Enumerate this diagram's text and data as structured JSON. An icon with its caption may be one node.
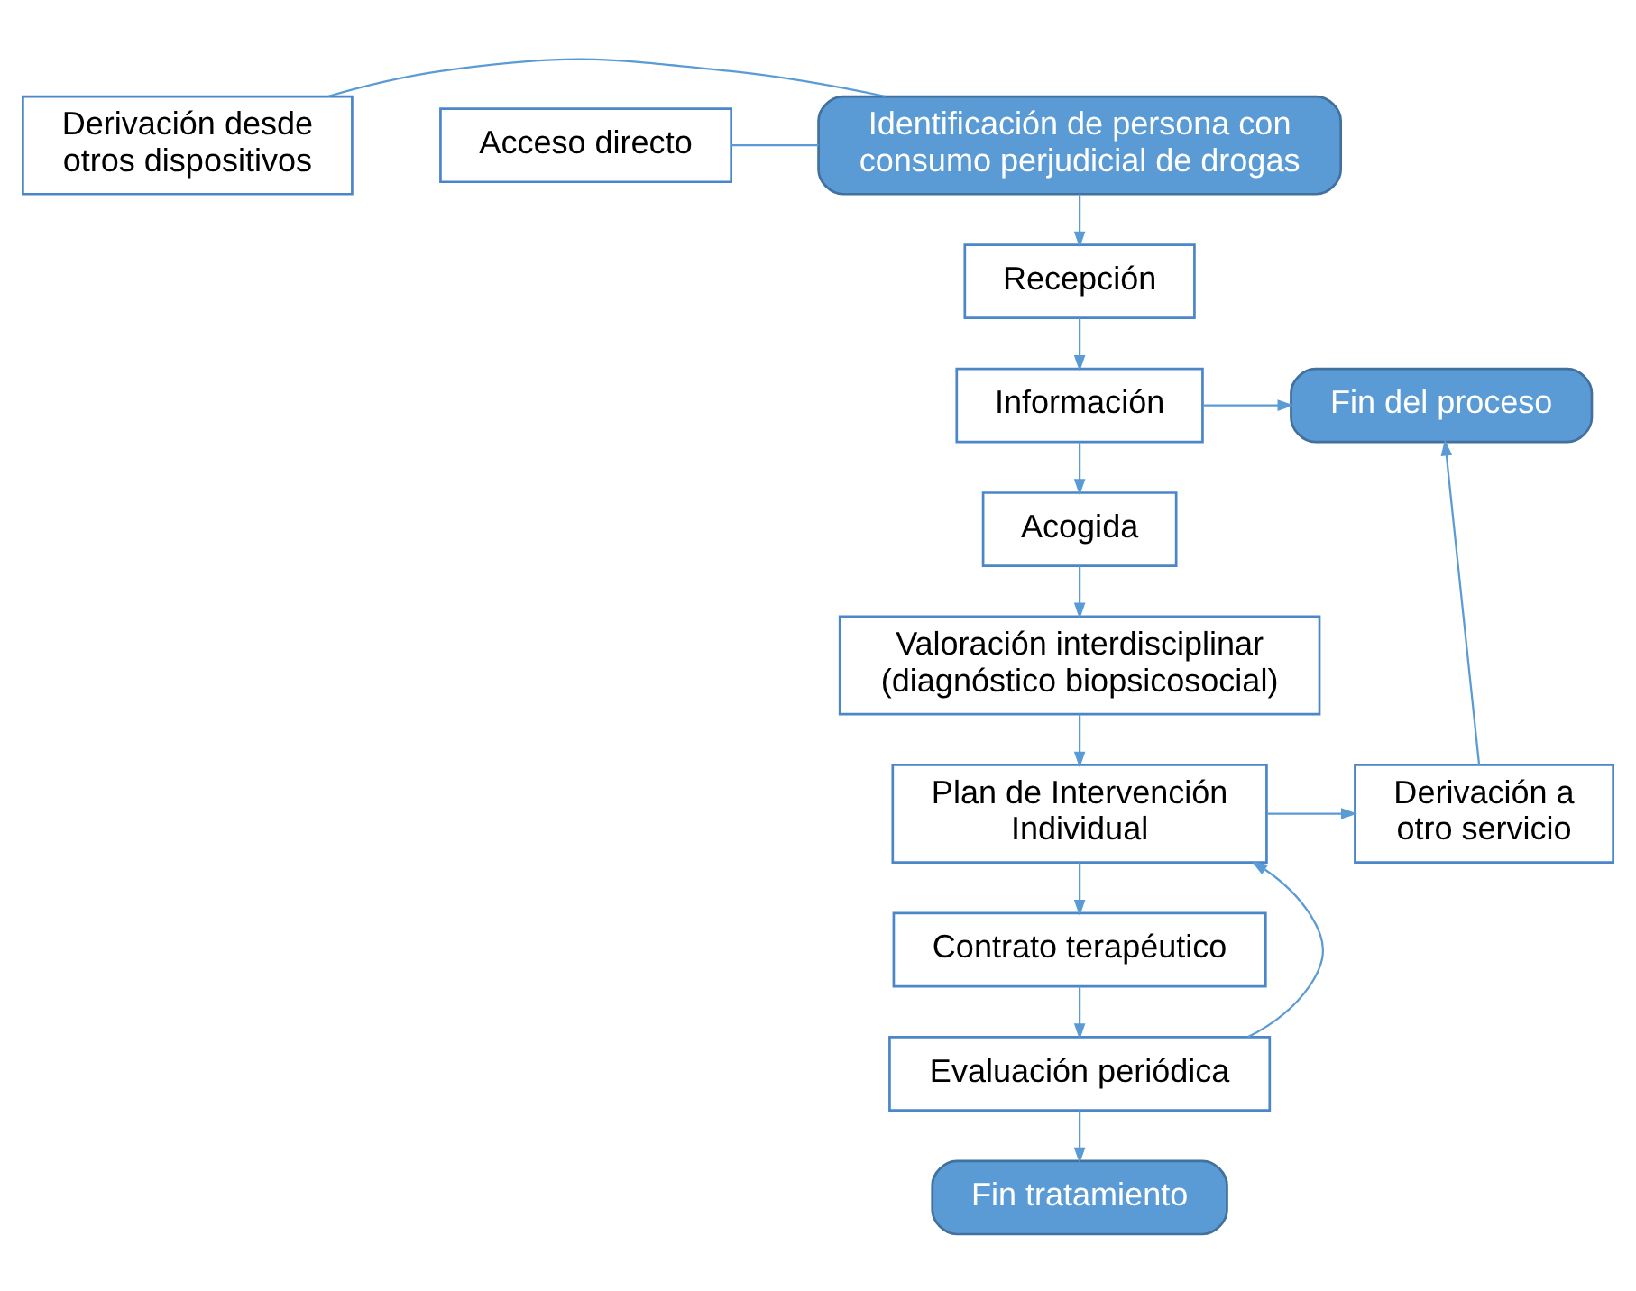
{
  "diagram": {
    "nodes": [
      {
        "text": [
          "Derivación desde otros dispositivos"
        ]
      },
      {
        "text": [
          "Identificación de persona con consumo perjudicial de drogas"
        ]
      },
      {
        "text": [
          "Acceso directo"
        ]
      },
      {
        "text": [
          "Recepción"
        ]
      },
      {
        "text": [
          "Información"
        ]
      },
      {
        "text": [
          "Fin del proceso"
        ]
      },
      {
        "text": [
          "Acogida"
        ]
      },
      {
        "text": [
          "Valoración interdisciplinar (diagnóstico biopsicosocial)"
        ]
      },
      {
        "text": [
          "Plan de Intervención Individual"
        ]
      },
      {
        "text": [
          "Derivación a otro servicio"
        ]
      },
      {
        "text": [
          "Contrato terapéutico"
        ]
      },
      {
        "text": [
          "Evaluación periódica"
        ]
      },
      {
        "text": [
          "Fin tratamiento"
        ]
      }
    ],
    "edges": [
      {
        "from": 0,
        "to": 1,
        "arrow": "none"
      },
      {
        "from": 2,
        "to": 1,
        "arrow": "none"
      },
      {
        "from": 1,
        "to": 3,
        "arrow": "to"
      },
      {
        "from": 3,
        "to": 4,
        "arrow": "to"
      },
      {
        "from": 4,
        "to": 5,
        "arrow": "to"
      },
      {
        "from": 4,
        "to": 6,
        "arrow": "to"
      },
      {
        "from": 6,
        "to": 7,
        "arrow": "to"
      },
      {
        "from": 7,
        "to": 8,
        "arrow": "to"
      },
      {
        "from": 8,
        "to": 9,
        "arrow": "to"
      },
      {
        "from": 9,
        "to": 5,
        "arrow": "to"
      },
      {
        "from": 8,
        "to": 10,
        "arrow": "to"
      },
      {
        "from": 10,
        "to": 11,
        "arrow": "to"
      },
      {
        "from": 11,
        "to": 8,
        "arrow": "to"
      },
      {
        "from": 11,
        "to": 12,
        "arrow": "to"
      }
    ]
  }
}
